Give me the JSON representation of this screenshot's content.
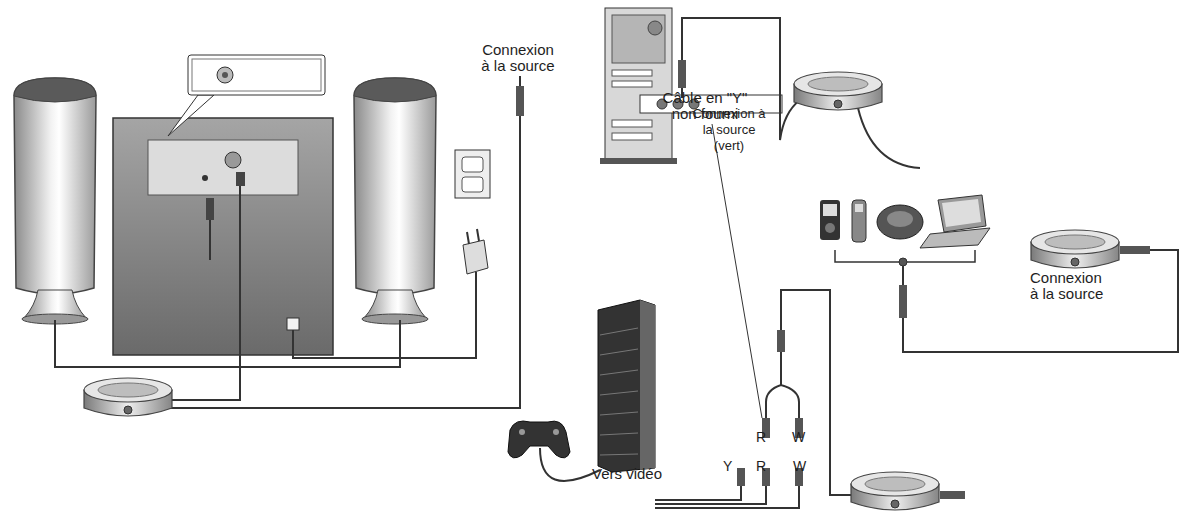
{
  "diagram": {
    "labels": [
      "Connexion à la source",
      "Connexion à la source (vert)",
      "Connexion à la source",
      "Câble en \"Y\" non fourni",
      "Vers vidéo",
      "R",
      "W",
      "Y",
      "R",
      "W"
    ]
  }
}
